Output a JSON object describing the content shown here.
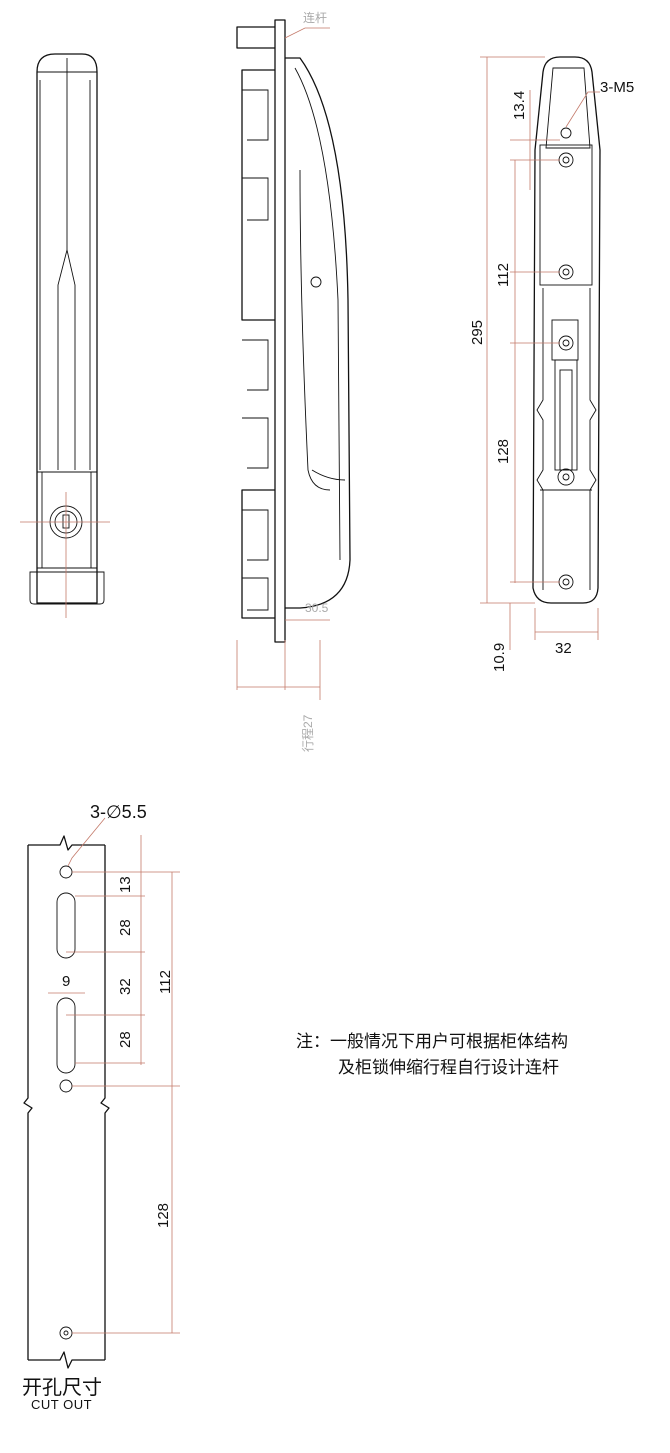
{
  "labels": {
    "connecting_rod": "连杆",
    "depth": "30.5",
    "travel": "行程27",
    "thread": "3-M5",
    "hole_spec": "3-∅5.5"
  },
  "dimensions": {
    "front": {
      "top_offset": "13.4",
      "upper_span": "112",
      "overall": "295",
      "lower_span": "128",
      "bottom_offset": "10.9",
      "width": "32"
    },
    "cutout": {
      "d13": "13",
      "d28a": "28",
      "d32": "32",
      "d28b": "28",
      "d112": "112",
      "d9": "9",
      "d128": "128"
    }
  },
  "note": {
    "line1": "注：一般情况下用户可根据柜体结构",
    "line2": "及柜锁伸缩行程自行设计连杆"
  },
  "caption": {
    "chinese": "开孔尺寸",
    "english": "CUT OUT"
  }
}
